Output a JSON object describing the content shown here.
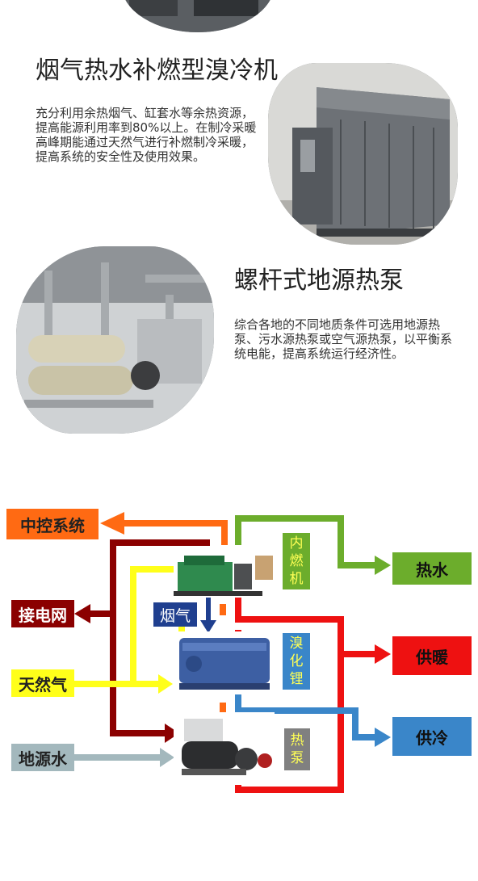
{
  "section1": {
    "title": "烟气热水补燃型溴冷机",
    "desc": "充分利用余热烟气、缸套水等余热资源，提高能源利用率到80%以上。在制冷采暖高峰期能通过天然气进行补燃制冷采暖，提高系统的安全性及使用效果。"
  },
  "section2": {
    "title": "螺杆式地源热泵",
    "desc": "综合各地的不同地质条件可选用地源热泵、污水源热泵或空气源热泵，以平衡系统电能，提高系统运行经济性。"
  },
  "diagram": {
    "left_boxes": [
      {
        "label": "中控系统",
        "bg": "#ff6a13",
        "fg": "#222222"
      },
      {
        "label": "接电网",
        "bg": "#8b0000",
        "fg": "#ffffff"
      },
      {
        "label": "天然气",
        "bg": "#ffff1a",
        "fg": "#222222"
      },
      {
        "label": "地源水",
        "bg": "#a3b8bd",
        "fg": "#222222"
      }
    ],
    "right_boxes": [
      {
        "label": "热水",
        "bg": "#6cad2c",
        "fg": "#111111"
      },
      {
        "label": "供暖",
        "bg": "#ee1111",
        "fg": "#111111"
      },
      {
        "label": "供冷",
        "bg": "#3a86c9",
        "fg": "#111111"
      }
    ],
    "equipment_labels": [
      {
        "chars": [
          "内",
          "燃",
          "机"
        ],
        "bg": "#6cad2c",
        "fg": "#ffff55"
      },
      {
        "chars": [
          "溴",
          "化",
          "锂"
        ],
        "bg": "#3a86c9",
        "fg": "#ffff55"
      },
      {
        "chars": [
          "热",
          "泵"
        ],
        "bg": "#808080",
        "fg": "#ffff55"
      }
    ],
    "flue_label": {
      "label": "烟气",
      "bg": "#1f3f8f",
      "fg": "#ffffff"
    },
    "colors": {
      "orange": "#ff6a13",
      "darkred": "#8b0000",
      "yellow": "#ffff1a",
      "grey": "#a3b8bd",
      "green": "#6cad2c",
      "red": "#ee1111",
      "blue": "#3a86c9",
      "navy": "#1f3f8f"
    }
  }
}
